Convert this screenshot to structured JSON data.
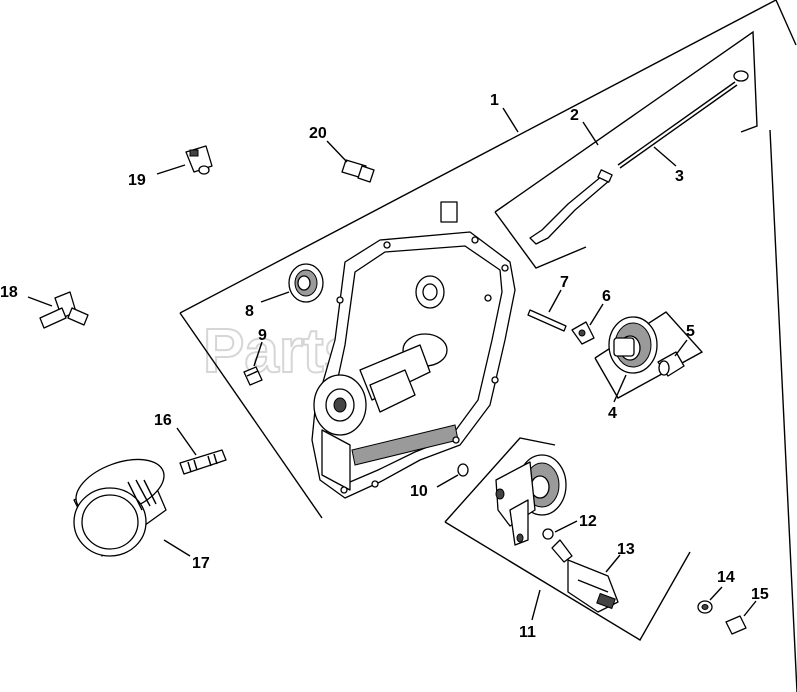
{
  "diagram": {
    "watermark": "PartsTree",
    "callouts": [
      "1",
      "2",
      "3",
      "4",
      "5",
      "6",
      "7",
      "8",
      "9",
      "10",
      "11",
      "12",
      "13",
      "14",
      "15",
      "16",
      "17",
      "18",
      "19",
      "20"
    ]
  }
}
